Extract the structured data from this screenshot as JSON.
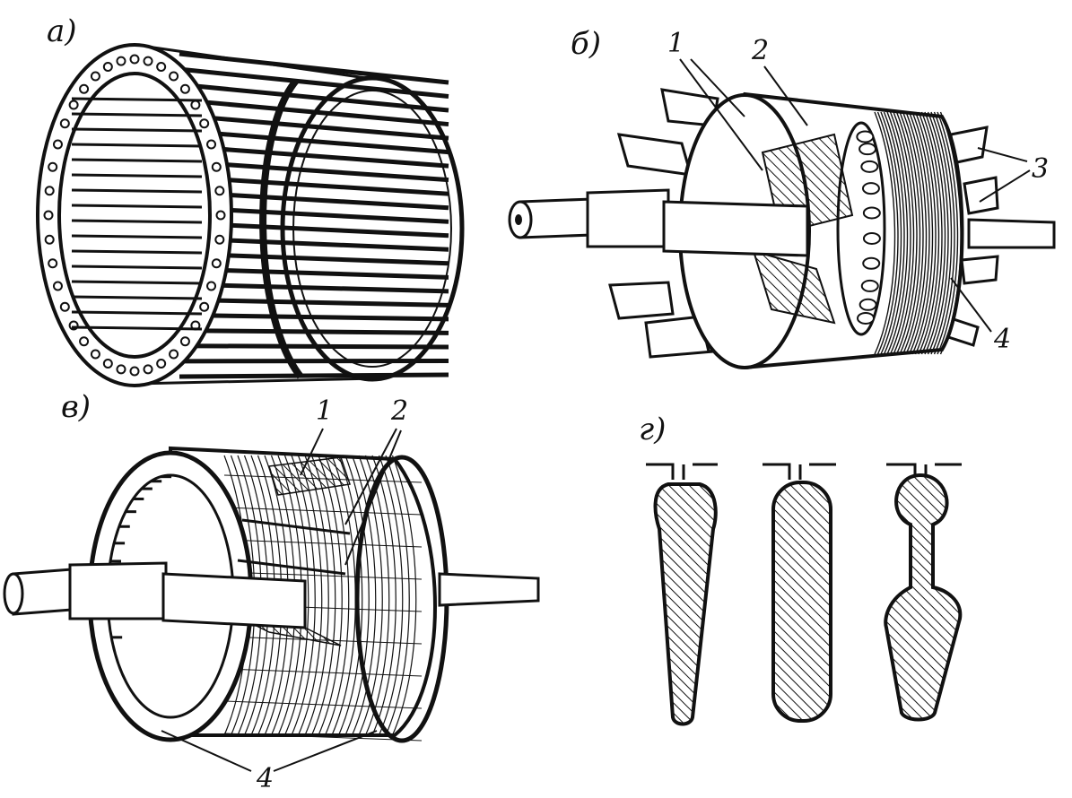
{
  "colors": {
    "ink": "#111111",
    "paper": "#ffffff"
  },
  "panels": {
    "a": {
      "label": "а)"
    },
    "b": {
      "label": "б)",
      "callouts": [
        "1",
        "2",
        "3",
        "4"
      ]
    },
    "v": {
      "label": "в)",
      "callouts": [
        "1",
        "2",
        "4"
      ]
    },
    "g": {
      "label": "г)"
    }
  }
}
